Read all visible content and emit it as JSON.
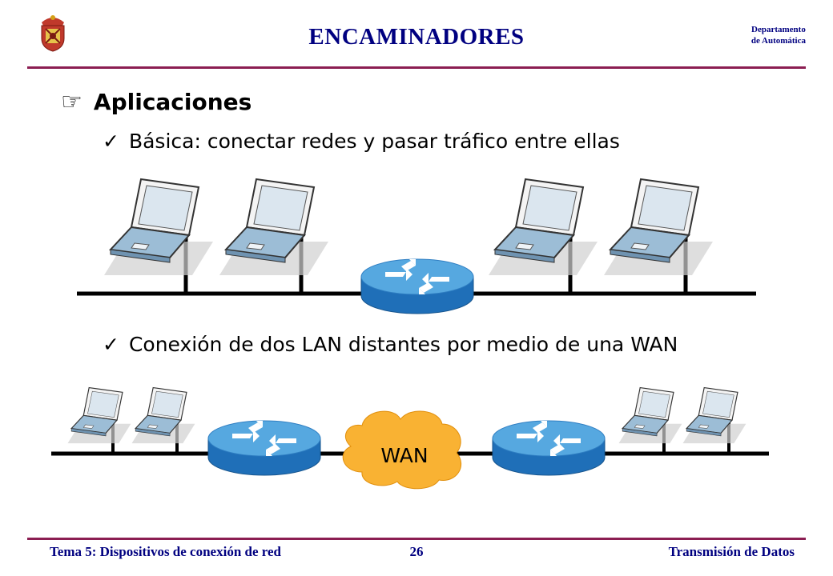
{
  "header": {
    "title": "ENCAMINADORES",
    "department_line1": "Departamento",
    "department_line2": "de Automática"
  },
  "section": {
    "icon": "pointing-hand-icon",
    "heading": "Aplicaciones",
    "bullet_icon": "check-mark-icon",
    "bullets": [
      "Básica: conectar redes y pasar tráfico entre ellas",
      "Conexión de dos LAN distantes por medio de una WAN"
    ]
  },
  "diagram": {
    "wan_label": "WAN",
    "colors": {
      "router_top": "#56a8e0",
      "router_side": "#1f6fb8",
      "cloud": "#f9b233",
      "laptop_screen": "#dbe6ef",
      "laptop_base": "#9cbdd6",
      "cable": "#000000"
    }
  },
  "footer": {
    "left": "Tema 5: Dispositivos de conexión de red",
    "page": "26",
    "right": "Transmisión de Datos"
  },
  "colors": {
    "title": "#000080",
    "rule": "#8b1e52"
  }
}
